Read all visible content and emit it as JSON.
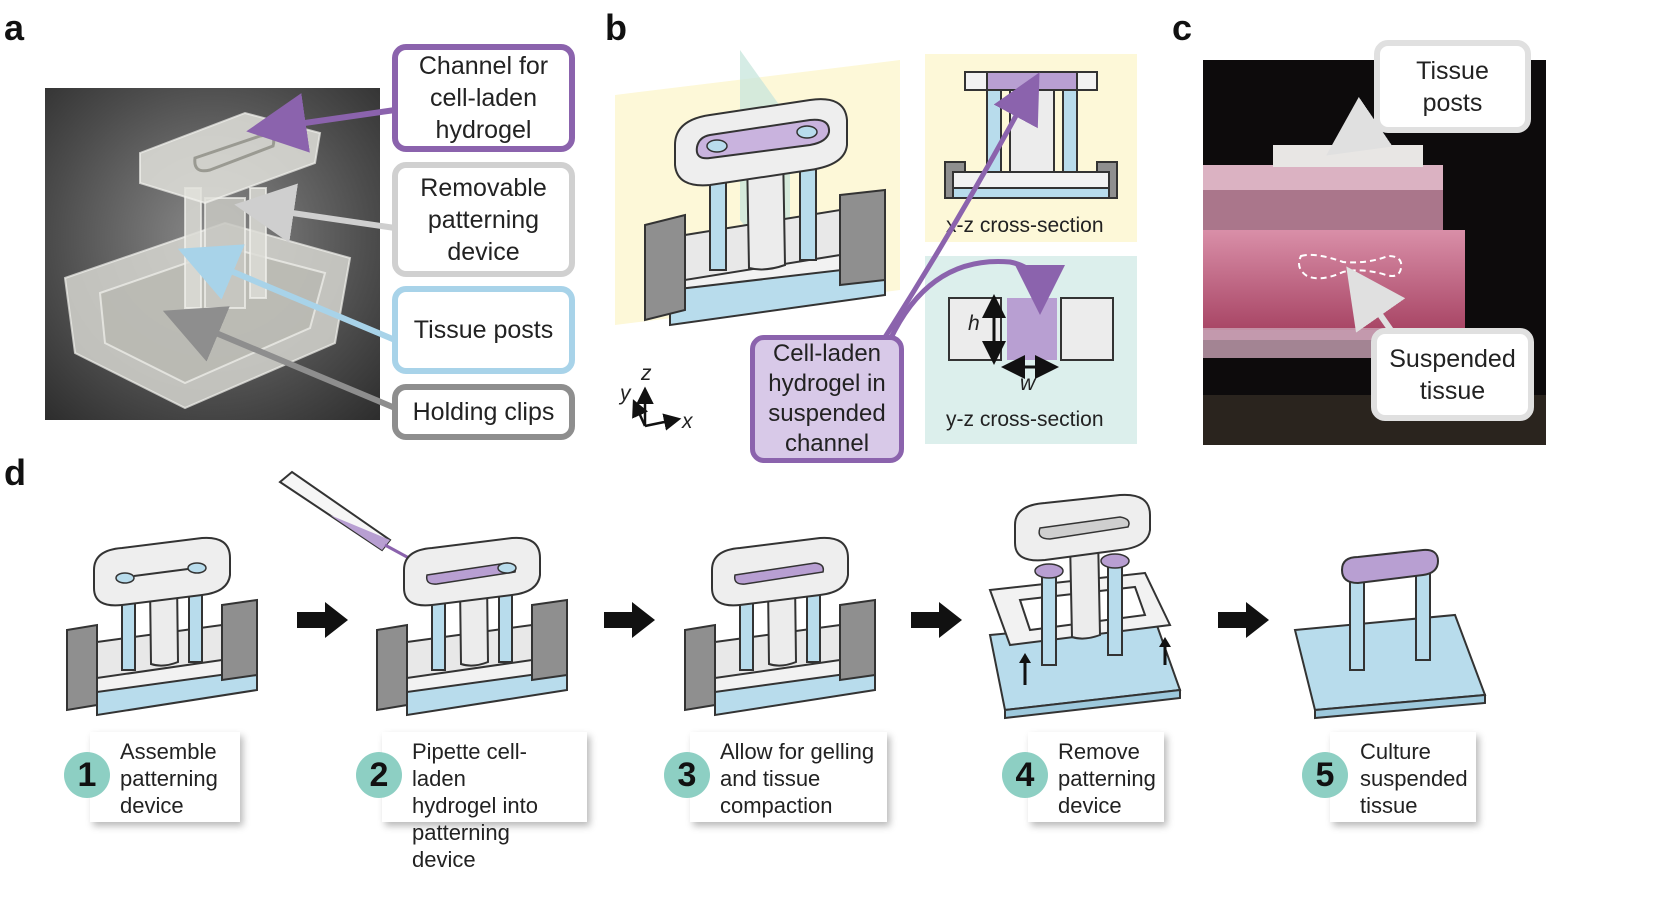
{
  "panels": {
    "a": "a",
    "b": "b",
    "c": "c",
    "d": "d"
  },
  "panel_a": {
    "callouts": [
      {
        "text": "Channel for\ncell-laden\nhydrogel",
        "color": "#8b63ad"
      },
      {
        "text": "Removable\npatterning\ndevice",
        "color": "#d0d0d0"
      },
      {
        "text": "Tissue posts",
        "color": "#a8d3e9"
      },
      {
        "text": "Holding clips",
        "color": "#8e8e8e"
      }
    ]
  },
  "panel_b": {
    "callout": "Cell-laden\nhydrogel in\nsuspended\nchannel",
    "xz_caption": "x-z cross-section",
    "yz_caption": "y-z cross-section",
    "h_label": "h",
    "w_label": "w",
    "axes": {
      "z": "z",
      "y": "y",
      "x": "x"
    },
    "colors": {
      "yellow": "#fdf8d8",
      "teal": "#dcefec",
      "purple": "#b89fd2",
      "blue": "#b8dcec"
    }
  },
  "panel_c": {
    "callouts": [
      "Tissue\nposts",
      "Suspended\ntissue"
    ]
  },
  "panel_d": {
    "steps": [
      {
        "num": "1",
        "text": "Assemble\npatterning\ndevice"
      },
      {
        "num": "2",
        "text": "Pipette cell-laden\nhydrogel into\npatterning device"
      },
      {
        "num": "3",
        "text": "Allow for gelling\nand tissue\ncompaction"
      },
      {
        "num": "4",
        "text": "Remove\npatterning\ndevice"
      },
      {
        "num": "5",
        "text": "Culture\nsuspended\ntissue"
      }
    ]
  }
}
